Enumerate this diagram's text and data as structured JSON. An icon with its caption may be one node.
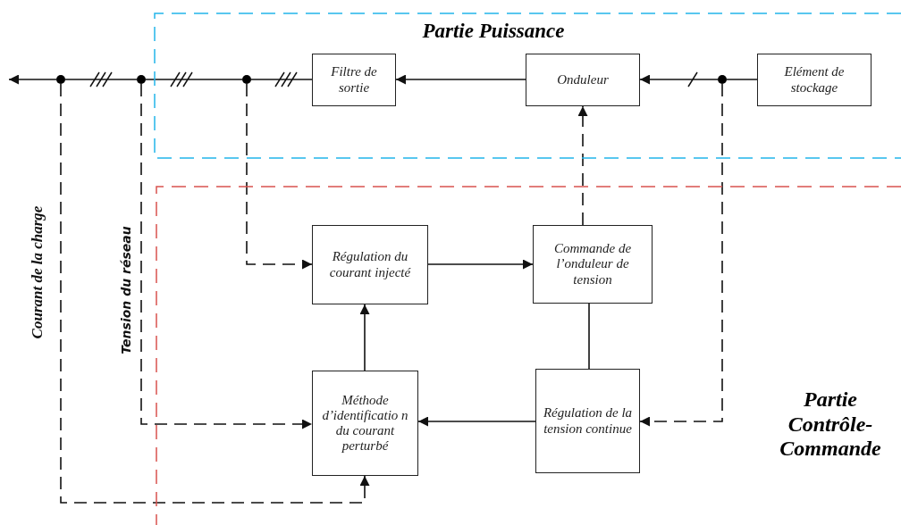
{
  "diagram": {
    "nodes": [
      {
        "text": [
          "Partie Puissance"
        ]
      },
      {
        "text": [
          "Filtre de sortie"
        ],
        "in": 0
      },
      {
        "text": [
          "Onduleur"
        ],
        "in": 0
      },
      {
        "text": [
          "Elément de stockage"
        ],
        "in": 0
      },
      {
        "text": [],
        "shape": "circle"
      },
      {
        "text": [],
        "shape": "circle"
      },
      {
        "text": [],
        "shape": "circle",
        "in": 0
      },
      {
        "text": [],
        "shape": "circle",
        "in": 0
      },
      {
        "text": [
          "Partie Contrôle-Commande"
        ]
      },
      {
        "text": [
          "Régulation du courant injecté"
        ],
        "in": 8
      },
      {
        "text": [
          "Commande de l’onduleur de tension"
        ],
        "in": 8
      },
      {
        "text": [
          "Méthode d’identificatio n du courant perturbé"
        ],
        "in": 8
      },
      {
        "text": [
          "Régulation de la tension continue"
        ],
        "in": 8
      }
    ],
    "edges": [
      {
        "from": 3,
        "to": 7,
        "arrow": "none"
      },
      {
        "from": 7,
        "to": 2,
        "arrow": "to"
      },
      {
        "from": 2,
        "to": 1,
        "arrow": "to"
      },
      {
        "from": 1,
        "to": 6,
        "arrow": "none"
      },
      {
        "from": 6,
        "to": 5,
        "arrow": "none"
      },
      {
        "from": 5,
        "to": 4,
        "arrow": "none"
      },
      {
        "from": 4,
        "to": null,
        "arrow": "to"
      },
      {
        "from": 6,
        "to": 9,
        "arrow": "to",
        "style": "dashed"
      },
      {
        "from": 5,
        "to": 11,
        "arrow": "to",
        "style": "dashed"
      },
      {
        "from": 4,
        "to": 11,
        "arrow": "to",
        "style": "dashed"
      },
      {
        "from": 7,
        "to": 12,
        "arrow": "to",
        "style": "dashed"
      },
      {
        "from": 10,
        "to": 2,
        "arrow": "to",
        "style": "dashed"
      },
      {
        "from": 9,
        "to": 10,
        "arrow": "to"
      },
      {
        "from": 11,
        "to": 9,
        "arrow": "to"
      },
      {
        "from": 12,
        "to": 11,
        "arrow": "to"
      },
      {
        "from": 10,
        "to": 12,
        "arrow": "none"
      }
    ],
    "labels": [
      "Courant de la charge",
      "Tension du réseau"
    ]
  }
}
